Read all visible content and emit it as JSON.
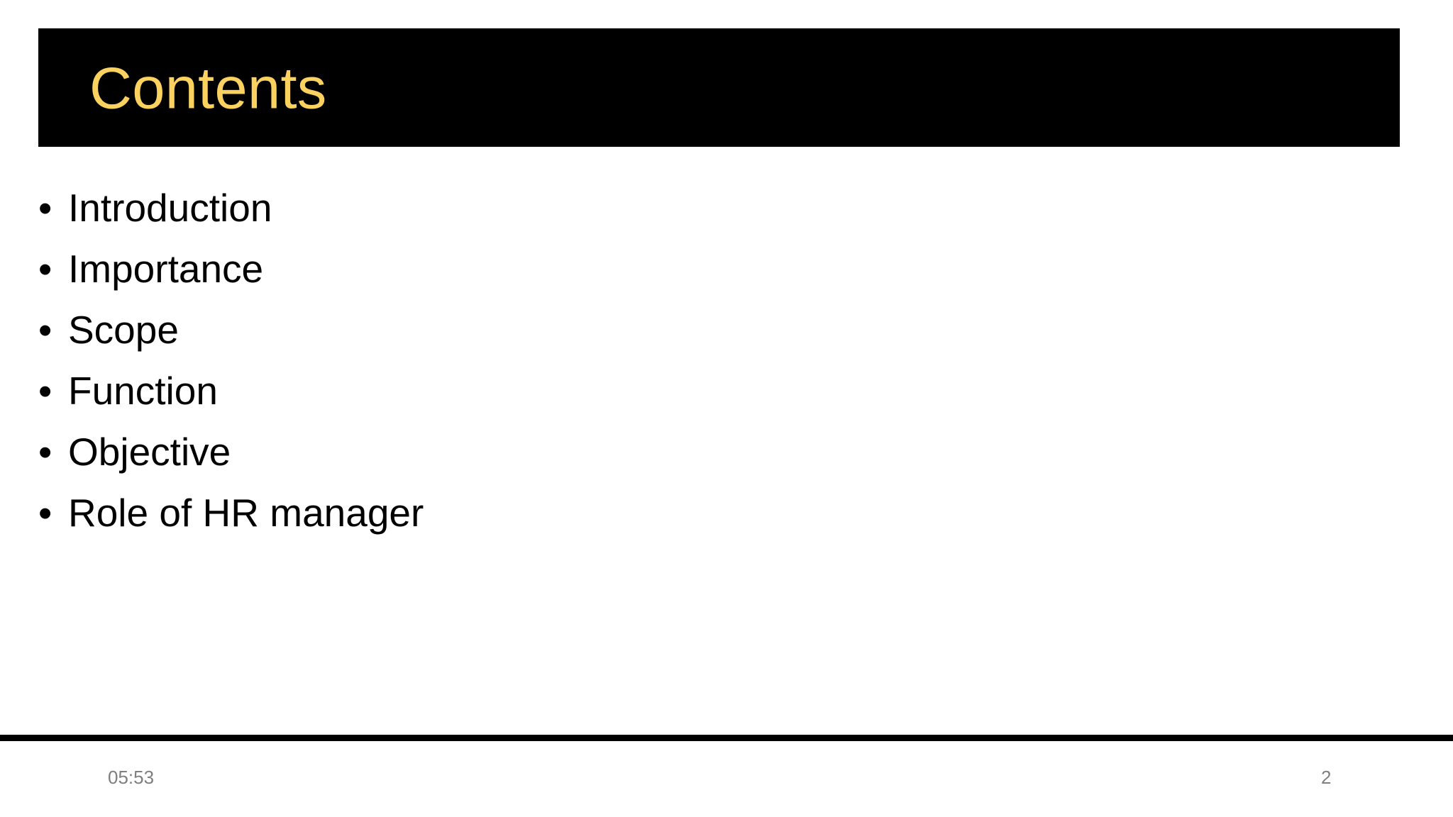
{
  "slide": {
    "title": "Contents",
    "background_color": "#ffffff",
    "title_band_color": "#000000",
    "title_text_color": "#FBD15F",
    "body_text_color": "#000000",
    "footer_text_color": "#7F7F7F"
  },
  "bullets": [
    {
      "marker": "•",
      "label": "Introduction"
    },
    {
      "marker": "•",
      "label": "Importance"
    },
    {
      "marker": "•",
      "label": "Scope"
    },
    {
      "marker": "•",
      "label": "Function"
    },
    {
      "marker": "•",
      "label": "Objective"
    },
    {
      "marker": "•",
      "label": "Role of HR manager"
    }
  ],
  "footer": {
    "time": "05:53",
    "page_number": "2"
  }
}
